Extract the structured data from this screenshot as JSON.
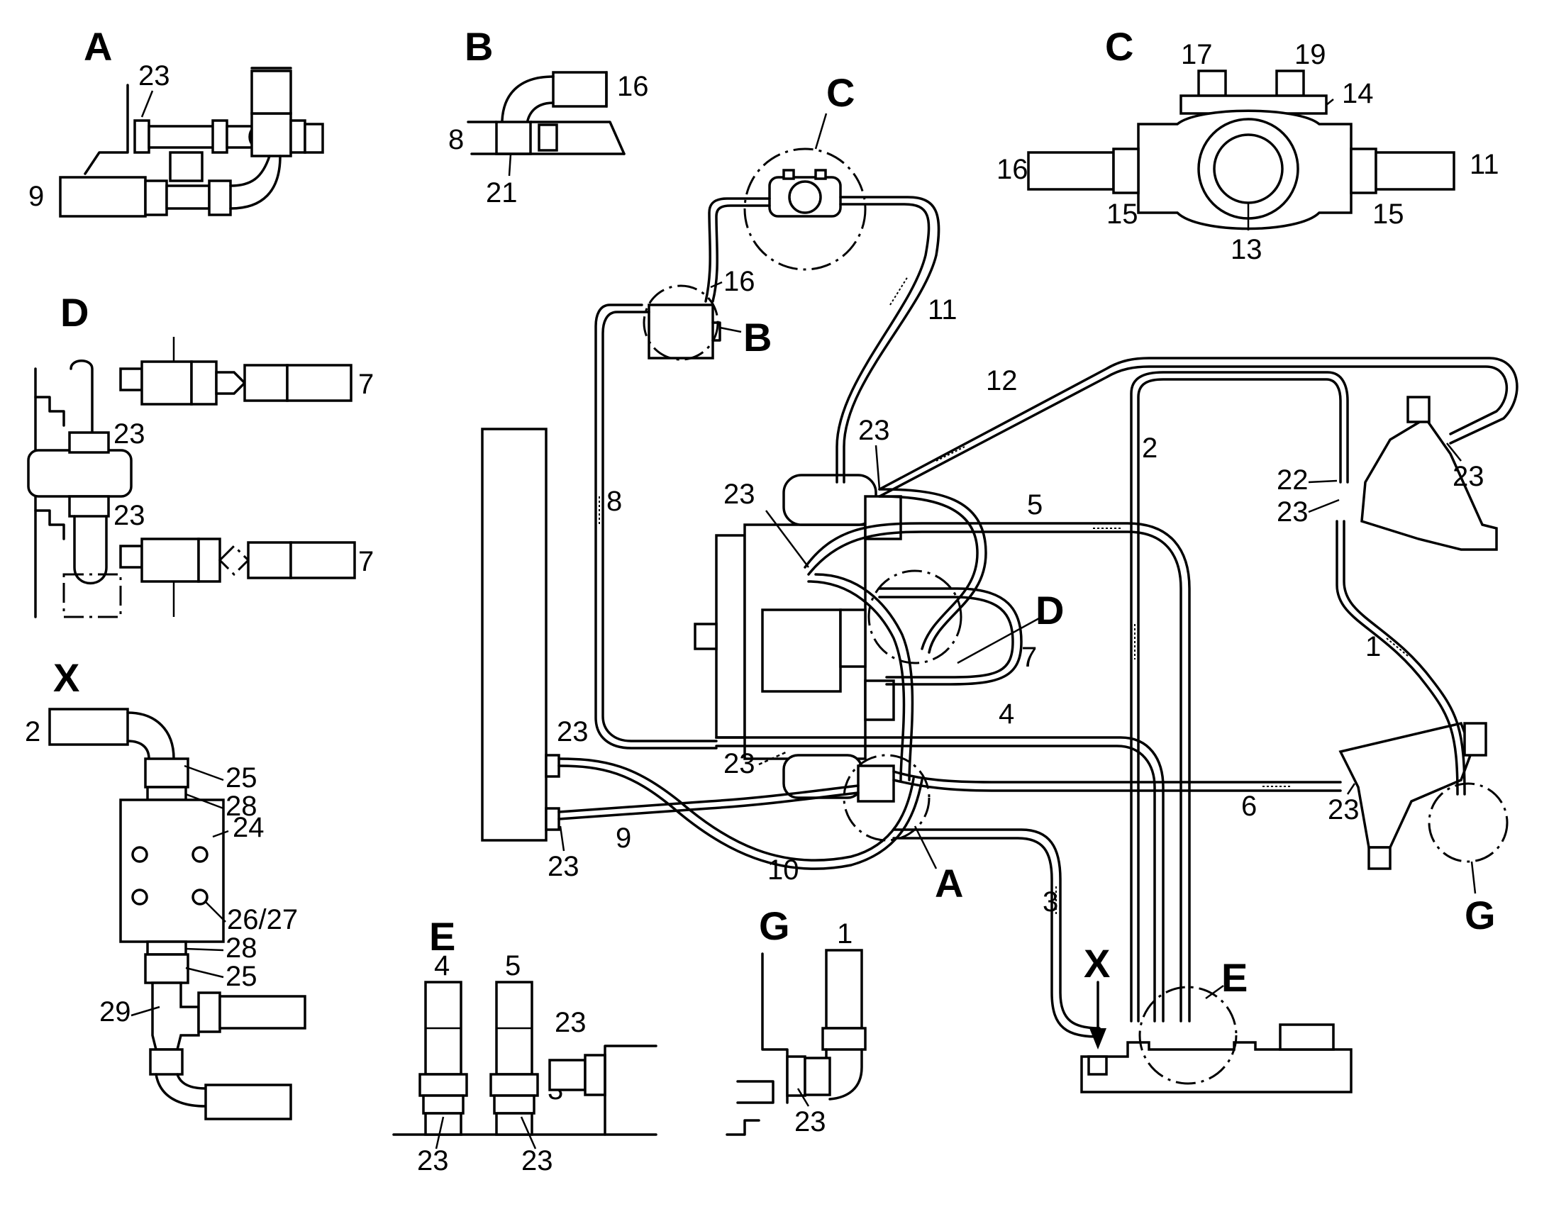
{
  "callouts": {
    "A": "A",
    "B": "B",
    "C": "C",
    "D": "D",
    "E": "E",
    "G": "G",
    "X": "X"
  },
  "numbers": {
    "n1": "1",
    "n2": "2",
    "n3": "3",
    "n4": "4",
    "n5": "5",
    "n6": "6",
    "n7": "7",
    "n8": "8",
    "n9": "9",
    "n10": "10",
    "n11": "11",
    "n12": "12",
    "n13": "13",
    "n14": "14",
    "n15": "15",
    "n16": "16",
    "n17": "17",
    "n19": "19",
    "n21": "21",
    "n22": "22",
    "n23": "23",
    "n24": "24",
    "n25": "25",
    "n26_27": "26/27",
    "n28": "28",
    "n29": "29"
  }
}
